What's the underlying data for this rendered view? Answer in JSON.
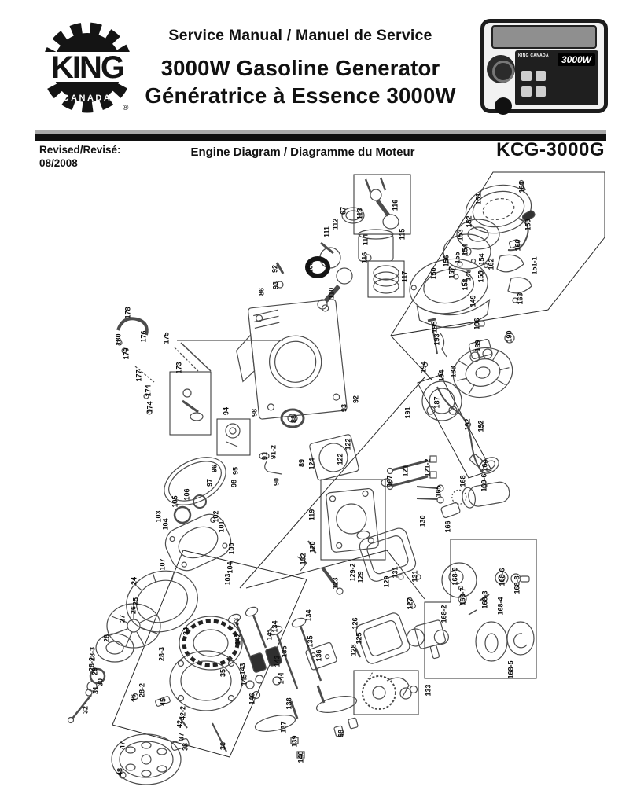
{
  "header": {
    "logo": {
      "brand": "KING",
      "country": "CANADA",
      "registered": "®"
    },
    "service_title": "Service Manual / Manuel de Service",
    "title_en": "3000W Gasoline Generator",
    "title_fr": "Génératrice à Essence 3000W",
    "product": {
      "wattage_badge": "3000W",
      "brand_plate": "KING CANADA"
    }
  },
  "meta": {
    "revised_label": "Revised/Revisé:",
    "revised_date": "08/2008",
    "section_title": "Engine Diagram / Diagramme du Moteur",
    "model": "KCG-3000G"
  },
  "diagram": {
    "description": "Exploded parts diagram of KCG-3000G gasoline generator engine with numbered callouts",
    "labels": [
      [
        "67",
        437,
        268
      ],
      [
        "112",
        427,
        285
      ],
      [
        "113",
        458,
        272
      ],
      [
        "116",
        503,
        261
      ],
      [
        "115",
        512,
        298
      ],
      [
        "114",
        465,
        305
      ],
      [
        "116",
        464,
        328
      ],
      [
        "117",
        515,
        352
      ],
      [
        "111",
        416,
        295
      ],
      [
        "109",
        395,
        340
      ],
      [
        "110",
        422,
        373
      ],
      [
        "92",
        350,
        342
      ],
      [
        "93",
        351,
        363
      ],
      [
        "86",
        333,
        371
      ],
      [
        "161",
        664,
        238
      ],
      [
        "151",
        609,
        253
      ],
      [
        "152",
        597,
        282
      ],
      [
        "153",
        586,
        299
      ],
      [
        "154",
        592,
        318
      ],
      [
        "154",
        613,
        330
      ],
      [
        "155",
        582,
        328
      ],
      [
        "156",
        568,
        332
      ],
      [
        "155",
        612,
        352
      ],
      [
        "157",
        575,
        347
      ],
      [
        "158",
        592,
        362
      ],
      [
        "148",
        596,
        350
      ],
      [
        "150",
        552,
        348
      ],
      [
        "159",
        672,
        286
      ],
      [
        "160",
        659,
        312
      ],
      [
        "162",
        625,
        336
      ],
      [
        "163",
        662,
        380
      ],
      [
        "149",
        602,
        383
      ],
      [
        "151-1",
        680,
        338
      ],
      [
        "195",
        553,
        416
      ],
      [
        "196",
        607,
        412
      ],
      [
        "193",
        556,
        432
      ],
      [
        "190",
        648,
        428
      ],
      [
        "189",
        608,
        440
      ],
      [
        "194",
        539,
        467
      ],
      [
        "194",
        562,
        478
      ],
      [
        "188",
        577,
        473
      ],
      [
        "191",
        519,
        525
      ],
      [
        "187",
        556,
        512
      ],
      [
        "192",
        595,
        540
      ],
      [
        "192",
        612,
        542
      ],
      [
        "164",
        617,
        592
      ],
      [
        "169-6",
        616,
        614
      ],
      [
        "168",
        589,
        612
      ],
      [
        "165",
        558,
        625
      ],
      [
        "166",
        570,
        670
      ],
      [
        "130",
        538,
        663
      ],
      [
        "131",
        503,
        728
      ],
      [
        "131",
        528,
        733
      ],
      [
        "127",
        522,
        768
      ],
      [
        "178",
        163,
        398
      ],
      [
        "180",
        151,
        432
      ],
      [
        "179",
        161,
        450
      ],
      [
        "176",
        183,
        428
      ],
      [
        "175",
        212,
        430
      ],
      [
        "177",
        177,
        478
      ],
      [
        "174",
        189,
        497
      ],
      [
        "174",
        191,
        518
      ],
      [
        "173",
        228,
        468
      ],
      [
        "94",
        288,
        523
      ],
      [
        "98",
        324,
        525
      ],
      [
        "88",
        374,
        533
      ],
      [
        "91",
        337,
        580
      ],
      [
        "91-2",
        348,
        575
      ],
      [
        "89",
        384,
        589
      ],
      [
        "124",
        397,
        590
      ],
      [
        "90",
        352,
        613
      ],
      [
        "96",
        273,
        596
      ],
      [
        "95",
        300,
        599
      ],
      [
        "97",
        267,
        614
      ],
      [
        "98",
        298,
        615
      ],
      [
        "106",
        238,
        629
      ],
      [
        "105",
        223,
        638
      ],
      [
        "103",
        202,
        657
      ],
      [
        "104",
        211,
        667
      ],
      [
        "102",
        275,
        657
      ],
      [
        "101",
        282,
        670
      ],
      [
        "100",
        295,
        698
      ],
      [
        "107",
        207,
        718
      ],
      [
        "104",
        293,
        722
      ],
      [
        "103",
        290,
        737
      ],
      [
        "122",
        443,
        565
      ],
      [
        "122",
        433,
        584
      ],
      [
        "92",
        453,
        508
      ],
      [
        "93",
        438,
        519
      ],
      [
        "121",
        516,
        599
      ],
      [
        "121-2",
        544,
        595
      ],
      [
        "167",
        496,
        612
      ],
      [
        "119",
        397,
        655
      ],
      [
        "120",
        398,
        696
      ],
      [
        "132",
        386,
        711
      ],
      [
        "123",
        427,
        742
      ],
      [
        "129-2",
        449,
        728
      ],
      [
        "129",
        459,
        734
      ],
      [
        "129",
        492,
        740
      ],
      [
        "24",
        171,
        739
      ],
      [
        "25",
        173,
        765
      ],
      [
        "26",
        170,
        776
      ],
      [
        "27",
        156,
        787
      ],
      [
        "28",
        136,
        812
      ],
      [
        "28-3",
        118,
        832
      ],
      [
        "28-2",
        117,
        845
      ],
      [
        "29",
        121,
        854
      ],
      [
        "30",
        128,
        868
      ],
      [
        "31",
        122,
        878
      ],
      [
        "32",
        109,
        903
      ],
      [
        "34",
        237,
        803
      ],
      [
        "33",
        301,
        791
      ],
      [
        "142",
        303,
        813
      ],
      [
        "143",
        353,
        841
      ],
      [
        "143",
        309,
        851
      ],
      [
        "145",
        311,
        865
      ],
      [
        "146",
        321,
        889
      ],
      [
        "144",
        358,
        863
      ],
      [
        "35",
        284,
        856
      ],
      [
        "28-3",
        206,
        832
      ],
      [
        "28-2",
        181,
        878
      ],
      [
        "46",
        170,
        888
      ],
      [
        "45",
        208,
        893
      ],
      [
        "42-2",
        233,
        907
      ],
      [
        "42",
        229,
        921
      ],
      [
        "37",
        231,
        937
      ],
      [
        "38",
        236,
        950
      ],
      [
        "36",
        284,
        949
      ],
      [
        "47",
        156,
        948
      ],
      [
        "48",
        153,
        982
      ],
      [
        "134",
        393,
        783
      ],
      [
        "134",
        350,
        797
      ],
      [
        "141",
        343,
        807
      ],
      [
        "135",
        395,
        816
      ],
      [
        "135",
        362,
        829
      ],
      [
        "136",
        406,
        834
      ],
      [
        "138",
        368,
        895
      ],
      [
        "137",
        361,
        925
      ],
      [
        "139",
        375,
        943
      ],
      [
        "140",
        383,
        963
      ],
      [
        "68",
        434,
        933
      ],
      [
        "126",
        452,
        793
      ],
      [
        "125",
        457,
        812
      ],
      [
        "128",
        450,
        827
      ],
      [
        "133",
        545,
        878
      ],
      [
        "168-9",
        579,
        733
      ],
      [
        "168-6",
        639,
        734
      ],
      [
        "168-8",
        658,
        744
      ],
      [
        "168-7",
        589,
        759
      ],
      [
        "168-3",
        617,
        763
      ],
      [
        "168-2",
        565,
        781
      ],
      [
        "168-4",
        637,
        771
      ],
      [
        "168-5",
        650,
        852
      ]
    ]
  }
}
